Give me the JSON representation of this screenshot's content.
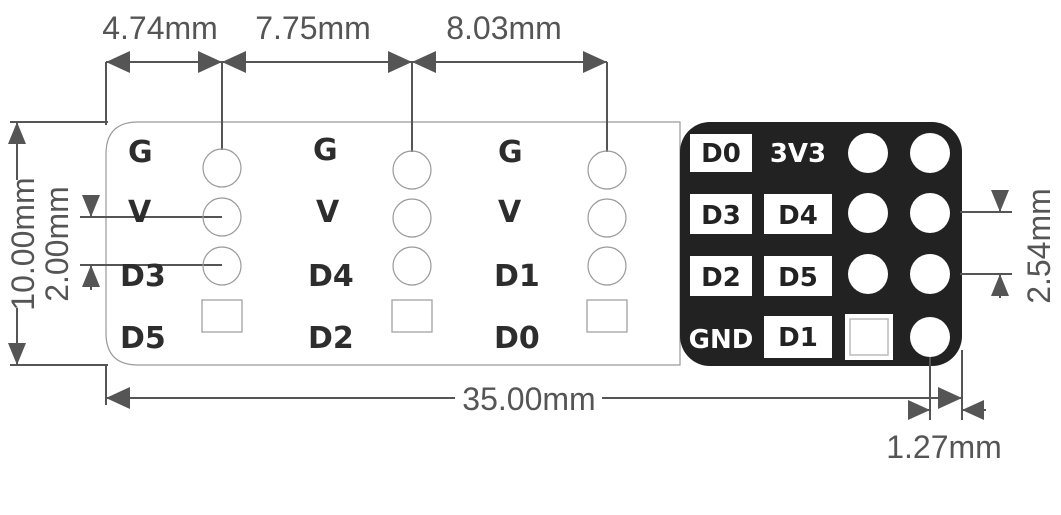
{
  "dimensions": {
    "top": [
      "4.74mm",
      "7.75mm",
      "8.03mm"
    ],
    "height": "10.00mm",
    "pitch_vertical": "2.00mm",
    "width": "35.00mm",
    "edge_offset": "1.27mm",
    "header_pitch": "2.54mm"
  },
  "pads": [
    {
      "labels": [
        "G",
        "V",
        "D3",
        "D5"
      ]
    },
    {
      "labels": [
        "G",
        "V",
        "D4",
        "D2"
      ]
    },
    {
      "labels": [
        "G",
        "V",
        "D1",
        "D0"
      ]
    }
  ],
  "header": {
    "rows": [
      [
        "D0",
        "3V3"
      ],
      [
        "D3",
        "D4"
      ],
      [
        "D2",
        "D5"
      ],
      [
        "GND",
        "D1"
      ]
    ]
  },
  "colors": {
    "line": "#555555",
    "board": "#222222",
    "pad_outline": "#bbbbbb"
  }
}
